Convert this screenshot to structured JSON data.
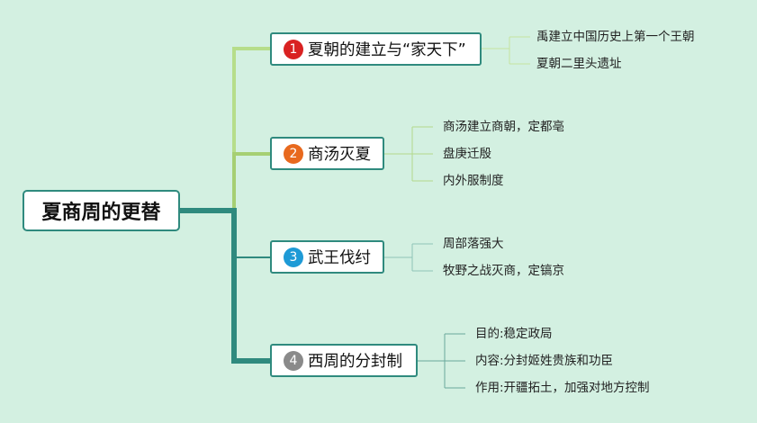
{
  "root": {
    "label": "夏商周的更替"
  },
  "topics": [
    {
      "number": "1",
      "label": "夏朝的建立与“家天下”",
      "badge_color": "#d92222",
      "children": [
        "禹建立中国历史上第一个王朝",
        "夏朝二里头遗址"
      ]
    },
    {
      "number": "2",
      "label": "商汤灭夏",
      "badge_color": "#e8691e",
      "children": [
        "商汤建立商朝，定都亳",
        "盘庚迁殷",
        "内外服制度"
      ]
    },
    {
      "number": "3",
      "label": "武王伐纣",
      "badge_color": "#1e9ad6",
      "children": [
        "周部落强大",
        "牧野之战灭商，定镐京"
      ]
    },
    {
      "number": "4",
      "label": "西周的分封制",
      "badge_color": "#8a8a8a",
      "children": [
        "目的:稳定政局",
        "内容:分封姬姓贵族和功臣",
        "作用:开疆拓土，加强对地方控制"
      ]
    }
  ],
  "colors": {
    "background": "#d3f0e1",
    "connector_dark": "#2f8a7e",
    "connector_light": "#b6dd8a"
  }
}
